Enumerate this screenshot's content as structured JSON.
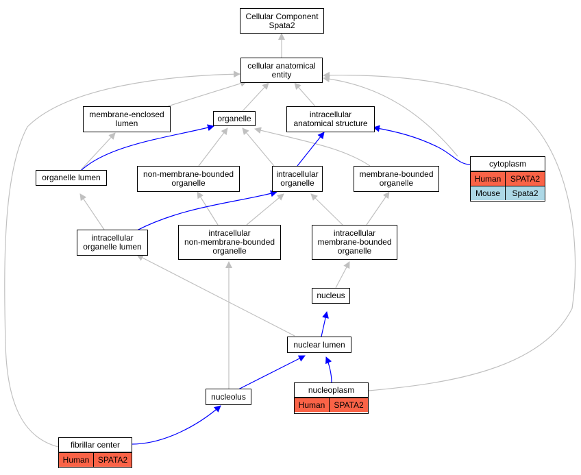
{
  "nodes": {
    "root": "Cellular Component\nSpata2",
    "cae": "cellular anatomical\nentity",
    "mel": "membrane-enclosed\nlumen",
    "organelle": "organelle",
    "ias": "intracellular\nanatomical structure",
    "orglumen": "organelle lumen",
    "nmbo": "non-membrane-bounded\norganelle",
    "io": "intracellular\norganelle",
    "mbo": "membrane-bounded\norganelle",
    "iol": "intracellular\norganelle lumen",
    "inmbo": "intracellular\nnon-membrane-bounded\norganelle",
    "imbo": "intracellular\nmembrane-bounded\norganelle",
    "nucleus": "nucleus",
    "nuclum": "nuclear lumen",
    "nucleolus": "nucleolus"
  },
  "tables": {
    "cytoplasm": {
      "title": "cytoplasm",
      "rows": [
        {
          "species": "Human",
          "gene": "SPATA2",
          "color": "#fa6347"
        },
        {
          "species": "Mouse",
          "gene": "Spata2",
          "color": "#add8e6"
        }
      ]
    },
    "nucleoplasm": {
      "title": "nucleoplasm",
      "rows": [
        {
          "species": "Human",
          "gene": "SPATA2",
          "color": "#fa6347"
        }
      ]
    },
    "fibrillar": {
      "title": "fibrillar center",
      "rows": [
        {
          "species": "Human",
          "gene": "SPATA2",
          "color": "#fa6347"
        }
      ]
    }
  },
  "edge_colors": {
    "plain": "#c0c0c0",
    "highlight": "#0000ff"
  }
}
